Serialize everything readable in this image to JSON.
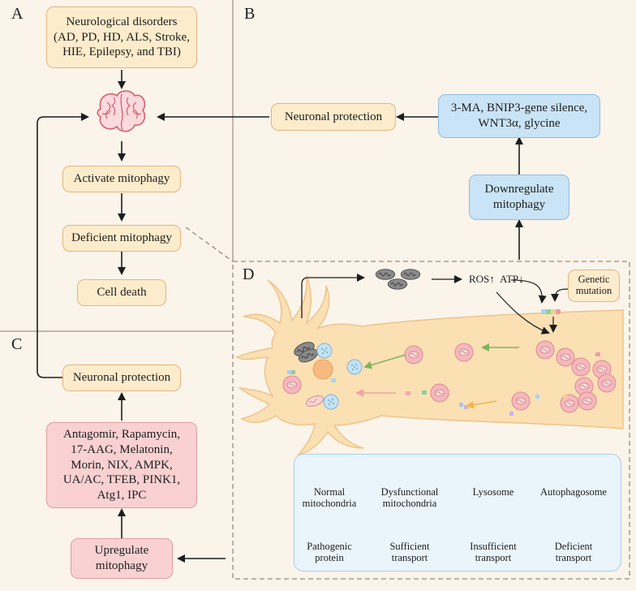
{
  "panels": {
    "a": "A",
    "b": "B",
    "c": "C",
    "d": "D"
  },
  "panel_a": {
    "disorders_line1": "Neurological disorders",
    "disorders_line2": "(AD, PD, HD, ALS, Stroke,",
    "disorders_line3": "HIE, Epilepsy, and TBI)",
    "activate": "Activate mitophagy",
    "deficient": "Deficient mitophagy",
    "cell_death": "Cell death"
  },
  "panel_b": {
    "protection": "Neuronal protection",
    "drugs_line1": "3-MA, BNIP3-gene silence,",
    "drugs_line2": "WNT3α, glycine",
    "down_line1": "Downregulate",
    "down_line2": "mitophagy"
  },
  "panel_c": {
    "protection": "Neuronal protection",
    "agents": [
      "Antagomir, Rapamycin,",
      "17-AAG, Melatonin,",
      "Morin, NIX, AMPK,",
      "UA/AC, TFEB, PINK1,",
      "Atg1, IPC"
    ],
    "up_line1": "Upregulate",
    "up_line2": "mitophagy"
  },
  "panel_d": {
    "ros": "ROS↑",
    "atp": "ATP↓",
    "genetic_line1": "Genetic",
    "genetic_line2": "mutation"
  },
  "legend": {
    "normal_line1": "Normal",
    "normal_line2": "mitochondria",
    "dysfunctional_line1": "Dysfunctional",
    "dysfunctional_line2": "mitochondria",
    "lysosome": "Lysosome",
    "autophagosome": "Autophagosome",
    "pathogenic_line1": "Pathogenic",
    "pathogenic_line2": "protein",
    "sufficient_line1": "Sufficient",
    "sufficient_line2": "transport",
    "insufficient_line1": "Insufficient",
    "insufficient_line2": "transport",
    "deficient_line1": "Deficient",
    "deficient_line2": "transport"
  },
  "colors": {
    "orange_box": "#fdeccc",
    "blue_box": "#c9e4f6",
    "pink_box": "#f9d1d2",
    "neuron": "#fbe0b4",
    "sufficient": "#7fb55a",
    "insufficient": "#f2b845",
    "deficient": "#f0a3a0"
  },
  "icons": [
    "brain-icon",
    "mitochondria-icon",
    "dysfunctional-mitochondria-icon",
    "lysosome-icon",
    "autophagosome-icon",
    "pathogenic-protein-icon"
  ]
}
